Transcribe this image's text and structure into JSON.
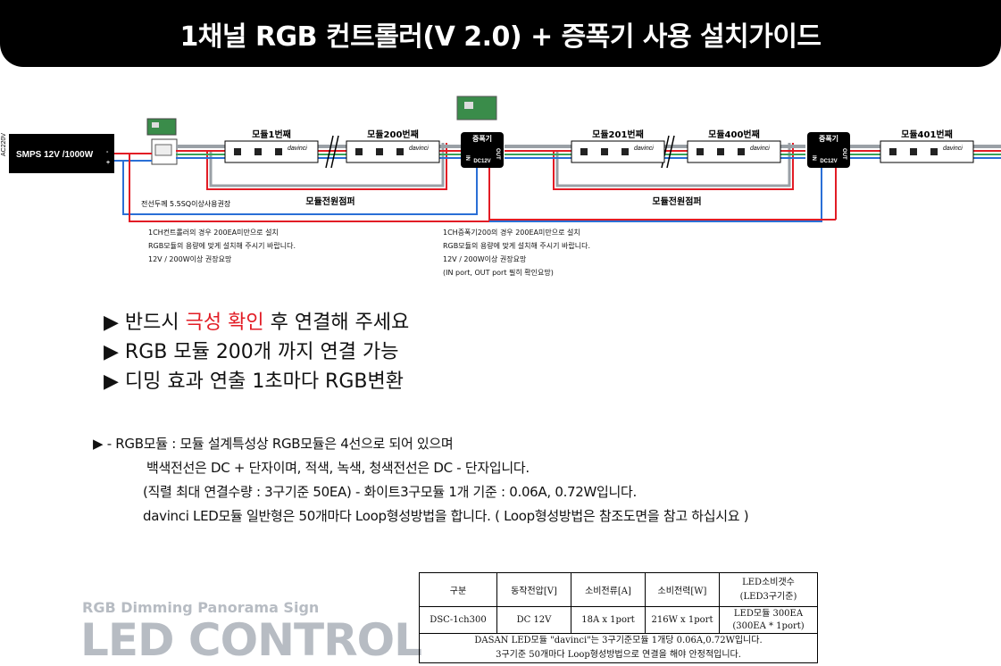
{
  "title": "1채널 RGB 컨트롤러(V 2.0) + 증폭기 사용 설치가이드",
  "diagram": {
    "ac_label": "AC220V",
    "smps": {
      "label": "SMPS 12V /1000W",
      "minus": "-",
      "plus": "+"
    },
    "modules": [
      {
        "label": "모듈1번째",
        "brand": "davinci"
      },
      {
        "label": "모듈200번째",
        "brand": "davinci"
      },
      {
        "label": "모듈201번째",
        "brand": "davinci"
      },
      {
        "label": "모듈400번째",
        "brand": "davinci"
      },
      {
        "label": "모듈401번째",
        "brand": "davinci"
      }
    ],
    "amps": [
      {
        "title": "증폭기",
        "in": "IN",
        "out": "OUT",
        "voltage": "DC12V",
        "minus": "-",
        "plus": "+"
      },
      {
        "title": "증폭기",
        "in": "IN",
        "out": "OUT",
        "voltage": "DC12V",
        "minus": "-",
        "plus": "+"
      }
    ],
    "jumper_labels": [
      "모듈전원점퍼",
      "모듈전원점퍼"
    ],
    "wire_note": "전선두께 5.5SQ이상사용권장",
    "note_left": [
      "1CH컨트롤러의 경우 200EA미만으로 설치",
      "RGB모듈의 용량에 맞게 설치해 주시기 바랍니다.",
      "12V / 200W이상 권장요망"
    ],
    "note_right": [
      "1CH증폭기200의 경우 200EA미만으로 설치",
      "RGB모듈의 용량에 맞게 설치해 주시기 바랍니다.",
      "12V / 200W이상 권장요망",
      "(IN port, OUT port 필히 확인요망)"
    ]
  },
  "bullets": [
    {
      "marker": "▶",
      "before": "반드시 ",
      "highlight": "극성 확인",
      "after": " 후 연결해 주세요"
    },
    {
      "marker": "▶",
      "before": "RGB 모듈 200개 까지 연결 가능",
      "highlight": "",
      "after": ""
    },
    {
      "marker": "▶",
      "before": "디밍 효과 연출 1초마다 RGB변환",
      "highlight": "",
      "after": ""
    }
  ],
  "description": [
    "▶ - RGB모듈 : 모듈 설계특성상 RGB모듈은 4선으로 되어 있으며",
    "백색전선은 DC + 단자이며, 적색, 녹색, 청색전선은 DC - 단자입니다.",
    "(직렬 최대 연결수량 : 3구기준 50EA) - 화이트3구모듈 1개 기준 : 0.06A, 0.72W입니다.",
    "davinci LED모듈 일반형은 50개마다 Loop형성방법을 합니다. ( Loop형성방법은 참조도면을 참고 하십시요 )"
  ],
  "brand": {
    "subtitle": "RGB  Dimming Panorama Sign",
    "main": "LED CONTROL"
  },
  "spec_table": {
    "headers": [
      "구분",
      "동작전압[V]",
      "소비전류[A]",
      "소비전력[W]",
      "LED소비갯수\n(LED3구기준)"
    ],
    "row": [
      "DSC-1ch300",
      "DC  12V",
      "18A  x  1port",
      "216W  x  1port",
      "LED모듈  300EA\n(300EA  *  1port)"
    ],
    "footer": [
      "DASAN  LED모듈  \"davinci\"는  3구기준모듈  1개당  0.06A,0.72W입니다.",
      "3구기준  50개마다  Loop형성방법으로  연결을  해야  안정적입니다."
    ]
  },
  "colors": {
    "red": "#e21c25",
    "green": "#3aa35a",
    "blue": "#2a6fd6",
    "gray": "#9aa0a6",
    "brand_gray": "#b7bcc3"
  }
}
